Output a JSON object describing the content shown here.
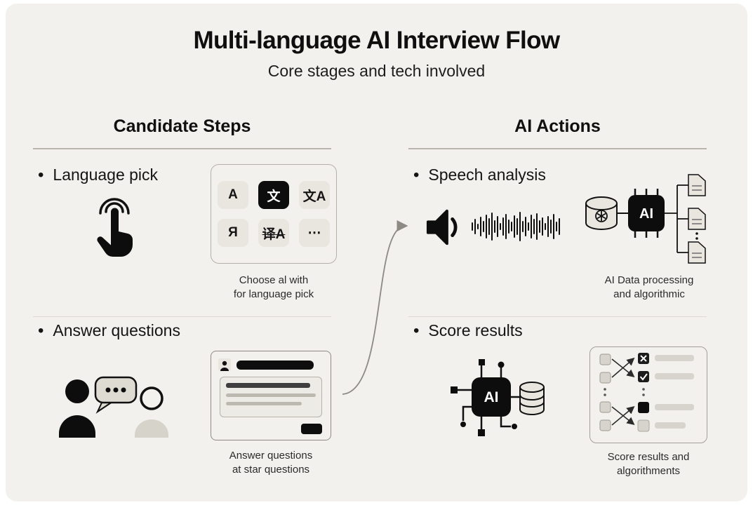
{
  "title": "Multi-language AI Interview Flow",
  "subtitle": "Core stages and tech involved",
  "left": {
    "header": "Candidate Steps",
    "step1": {
      "label": "Language pick",
      "caption": "Choose al with\nfor language pick",
      "grid": [
        "A",
        "文",
        "文A",
        "Я",
        "译A",
        "⋯"
      ]
    },
    "step2": {
      "label": "Answer questions",
      "caption": "Answer questions\nat star questions"
    }
  },
  "right": {
    "header": "AI Actions",
    "step1": {
      "label": "Speech analysis",
      "caption": "AI Data processing\nand algorithmic",
      "chip_label": "AI"
    },
    "step2": {
      "label": "Score results",
      "caption": "Score results and\nalgorithments",
      "chip_label": "AI"
    }
  },
  "colors": {
    "card_bg": "#f3f1ed",
    "ink": "#0d0d0d",
    "tile_bg": "#e9e6e0",
    "muted_line": "#b8b5ae",
    "arrow": "#8d8a84"
  }
}
